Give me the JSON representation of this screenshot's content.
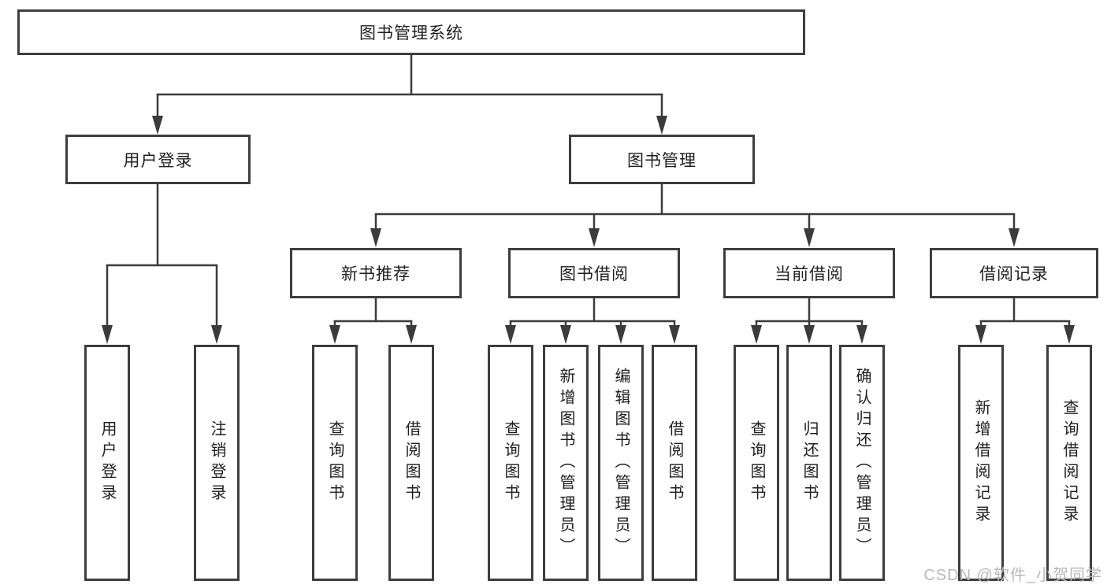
{
  "diagram": {
    "root": {
      "label": "图书管理系统"
    },
    "branches": [
      {
        "label": "用户登录",
        "children": [
          {
            "label": "用户登录"
          },
          {
            "label": "注销登录"
          }
        ]
      },
      {
        "label": "图书管理",
        "children": [
          {
            "label": "新书推荐",
            "children": [
              {
                "label": "查询图书"
              },
              {
                "label": "借阅图书"
              }
            ]
          },
          {
            "label": "图书借阅",
            "children": [
              {
                "label": "查询图书"
              },
              {
                "label": "新增图书（管理员）"
              },
              {
                "label": "编辑图书（管理员）"
              },
              {
                "label": "借阅图书"
              }
            ]
          },
          {
            "label": "当前借阅",
            "children": [
              {
                "label": "查询图书"
              },
              {
                "label": "归还图书"
              },
              {
                "label": "确认归还（管理员）"
              }
            ]
          },
          {
            "label": "借阅记录",
            "children": [
              {
                "label": "新增借阅记录"
              },
              {
                "label": "查询借阅记录"
              }
            ]
          }
        ]
      }
    ]
  },
  "watermark": {
    "text": "CSDN @软件_小贺同学"
  },
  "colors": {
    "line": "#3b3b3b",
    "box_border": "#3e3e3e",
    "box_background": "#ffffff",
    "text": "#1f1f1f",
    "watermark": "#b9b9b9"
  }
}
